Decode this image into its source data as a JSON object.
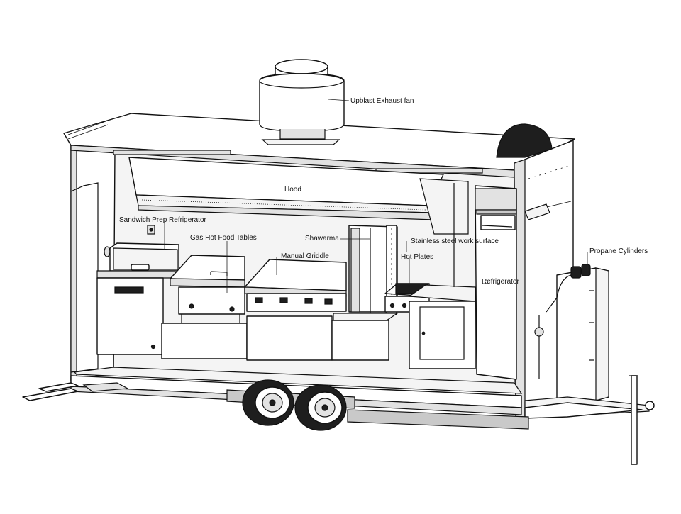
{
  "labels": {
    "exhaust_fan": "Upblast Exhaust fan",
    "hood": "Hood",
    "sandwich_prep": "Sandwich Prep Refrigerator",
    "gas_hot_food": "Gas Hot Food Tables",
    "manual_griddle": "Manual Griddle",
    "shawarma": "Shawarma",
    "stainless_surface": "Stainless steel work surface",
    "hot_plates": "Hot Plates",
    "refrigerator": "Refrigerator",
    "propane": "Propane Cylinders"
  }
}
